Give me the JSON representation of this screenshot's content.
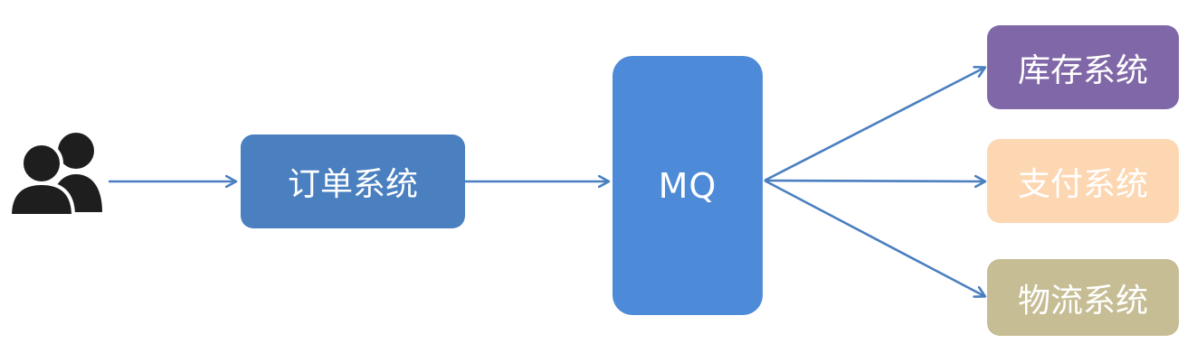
{
  "nodes": {
    "order": {
      "label": "订单系统",
      "color": "#4a7fc0"
    },
    "mq": {
      "label": "MQ",
      "color": "#4d8ad8"
    },
    "inventory": {
      "label": "库存系统",
      "color": "#8068a8"
    },
    "payment": {
      "label": "支付系统",
      "color": "#fdd7b2"
    },
    "logistics": {
      "label": "物流系统",
      "color": "#c6bd94"
    }
  },
  "colors": {
    "arrow": "#4a7fc0",
    "users_icon": "#1e1e1e"
  },
  "icons": {
    "users": "users-icon"
  }
}
